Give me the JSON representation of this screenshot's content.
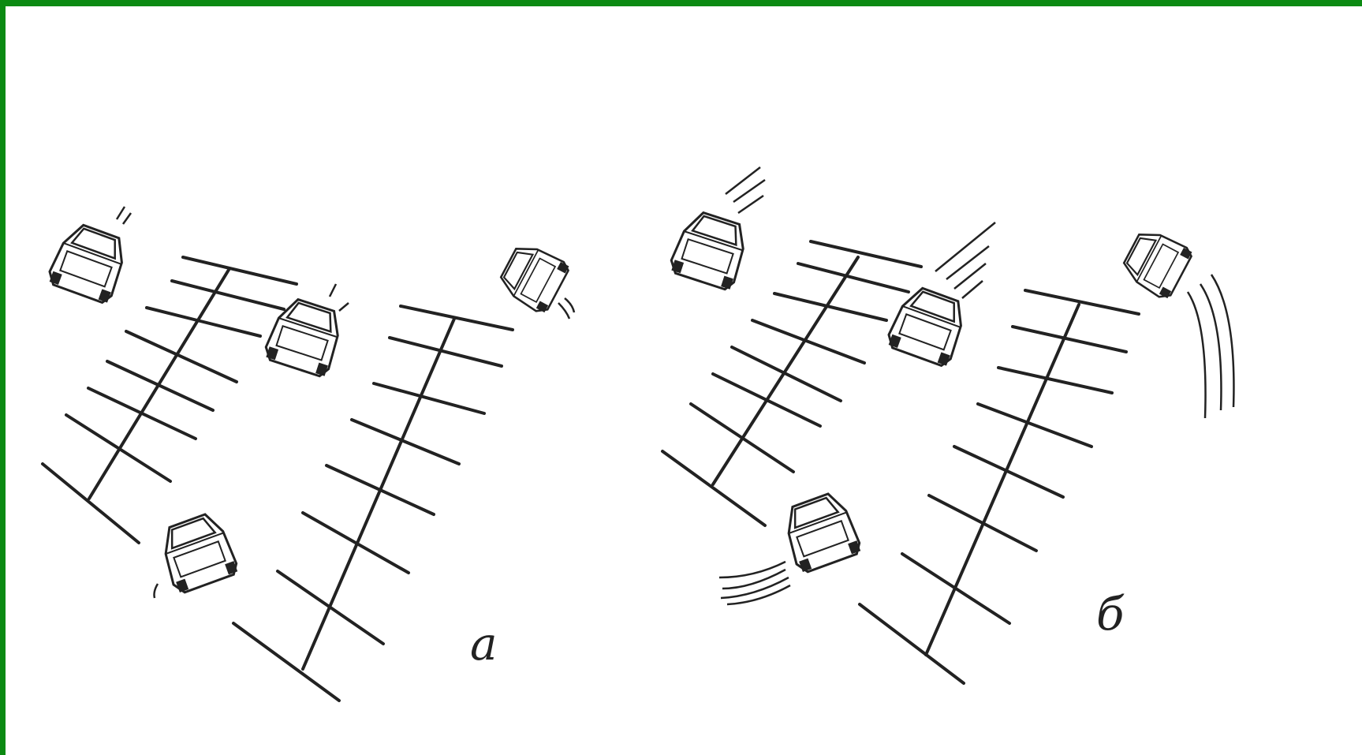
{
  "figure": {
    "border_color": "#0b8a12",
    "panels": [
      {
        "id": "a",
        "label": "a"
      },
      {
        "id": "b",
        "label": "б"
      }
    ],
    "icons": [
      "car-icon",
      "motion-lines-icon"
    ]
  }
}
